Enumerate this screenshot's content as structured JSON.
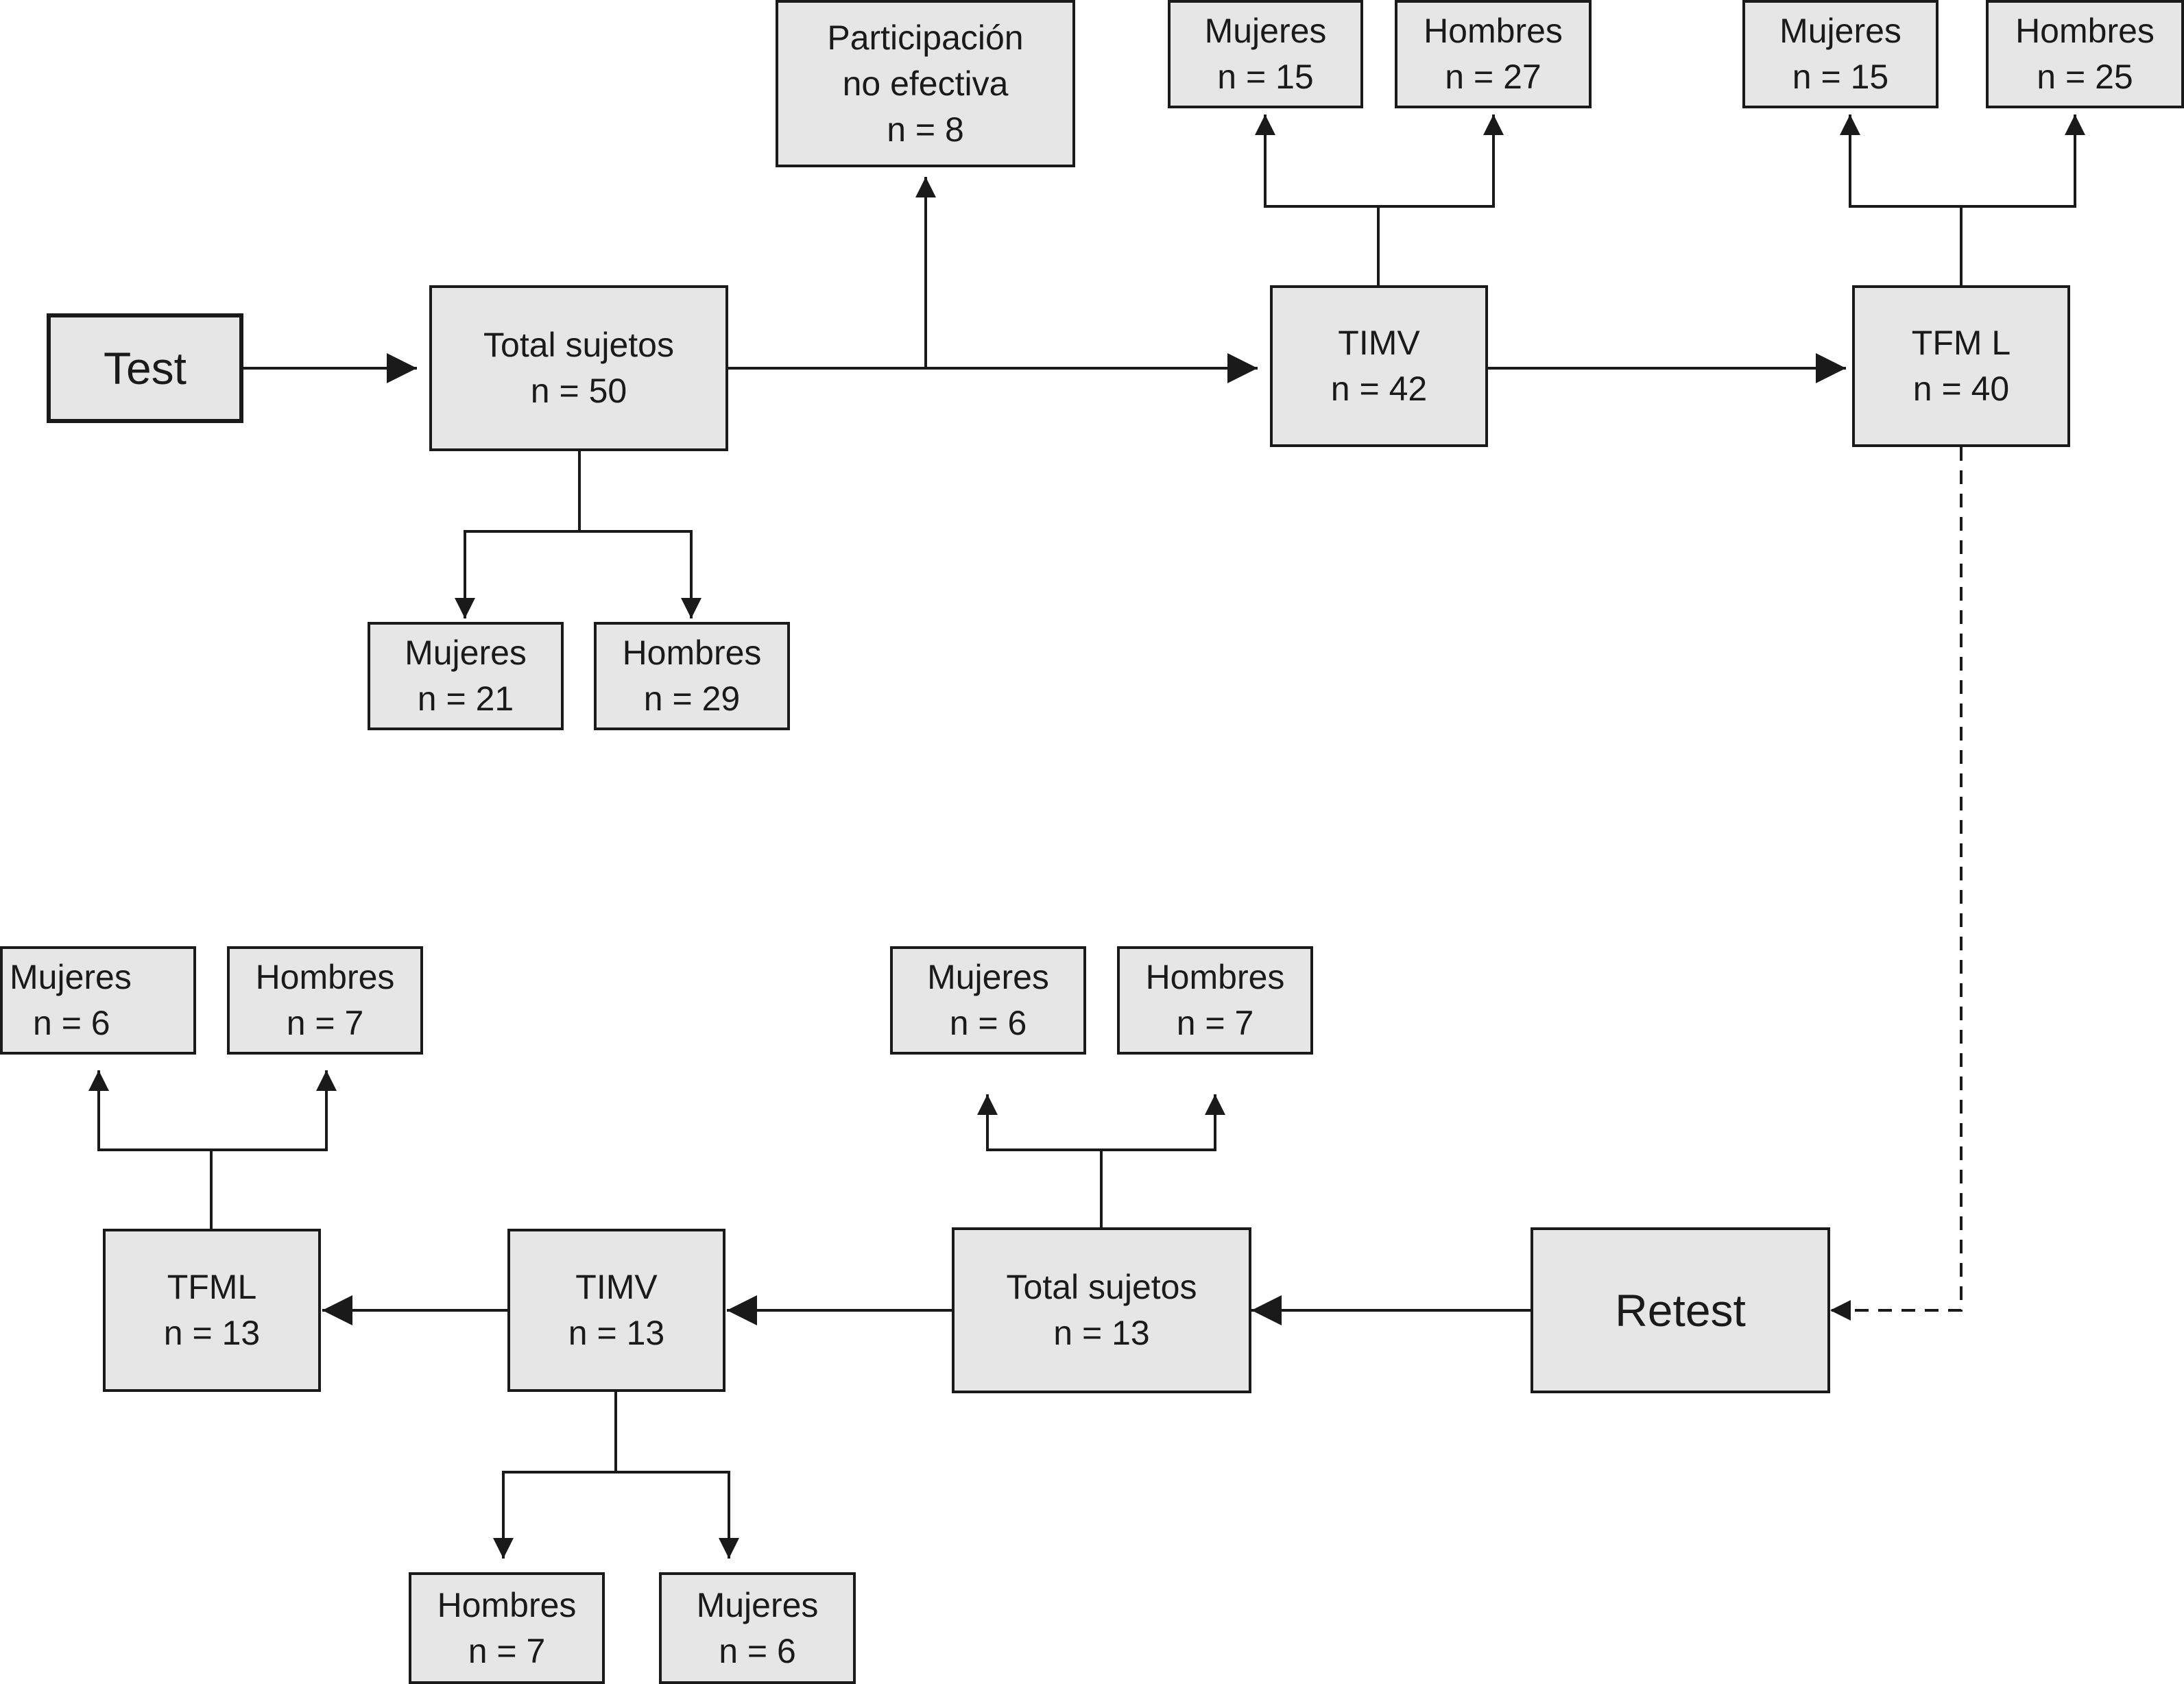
{
  "colors": {
    "box_fill": "#e6e6e6",
    "stroke": "#1a1a1a",
    "background": "#ffffff"
  },
  "test": {
    "label": "Test"
  },
  "total_test": {
    "label": "Total sujetos",
    "n": "n = 50"
  },
  "total_test_women": {
    "label": "Mujeres",
    "n": "n = 21"
  },
  "total_test_men": {
    "label": "Hombres",
    "n": "n = 29"
  },
  "no_efectiva": {
    "line1": "Participación",
    "line2": "no efectiva",
    "n": "n = 8"
  },
  "timv_test": {
    "label": "TIMV",
    "n": "n = 42"
  },
  "timv_test_women": {
    "label": "Mujeres",
    "n": "n = 15"
  },
  "timv_test_men": {
    "label": "Hombres",
    "n": "n = 27"
  },
  "tfml_test": {
    "label": "TFM L",
    "n": "n = 40"
  },
  "tfml_test_women": {
    "label": "Mujeres",
    "n": "n = 15"
  },
  "tfml_test_men": {
    "label": "Hombres",
    "n": "n = 25"
  },
  "retest": {
    "label": "Retest"
  },
  "total_retest": {
    "label": "Total sujetos",
    "n": "n = 13"
  },
  "total_retest_women": {
    "label": "Mujeres",
    "n": "n = 6"
  },
  "total_retest_men": {
    "label": "Hombres",
    "n": "n = 7"
  },
  "timv_retest": {
    "label": "TIMV",
    "n": "n = 13"
  },
  "timv_retest_men": {
    "label": "Hombres",
    "n": "n = 7"
  },
  "timv_retest_women": {
    "label": "Mujeres",
    "n": "n = 6"
  },
  "tfml_retest": {
    "label": "TFML",
    "n": "n = 13"
  },
  "tfml_retest_women": {
    "label": "Mujeres",
    "n": "n = 6"
  },
  "tfml_retest_men": {
    "label": "Hombres",
    "n": "n = 7"
  }
}
